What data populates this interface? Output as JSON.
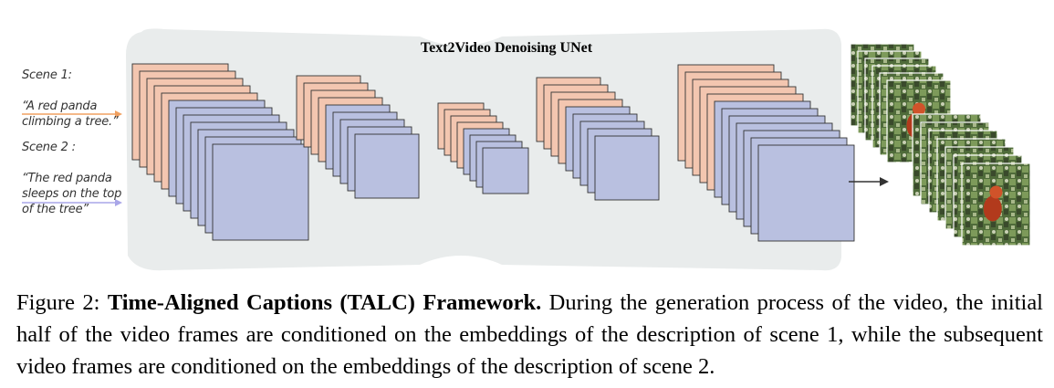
{
  "diagram": {
    "title": "Text2Video Denoising UNet",
    "scenes": [
      {
        "label": "Scene 1:",
        "quote": "“A red panda\nclimbing a tree.”",
        "arrow_color": "#f0a060"
      },
      {
        "label": "Scene 2 :",
        "quote": "“The red panda\nsleeps on the top\nof the tree”",
        "arrow_color": "#a9a6e8"
      }
    ],
    "colors": {
      "background_shape": "#e9ecec",
      "scene1_frames": "#f3c6b0",
      "scene2_frames": "#b9c0e0",
      "frame_stroke": "#333333"
    }
  },
  "caption": {
    "prefix": "Figure 2: ",
    "bold": "Time-Aligned Captions (TALC) Framework.",
    "text": " During the generation process of the video, the initial half of the video frames are conditioned on the embeddings of the description of scene 1, while the subsequent video frames are conditioned on the embeddings of the description of scene 2."
  }
}
